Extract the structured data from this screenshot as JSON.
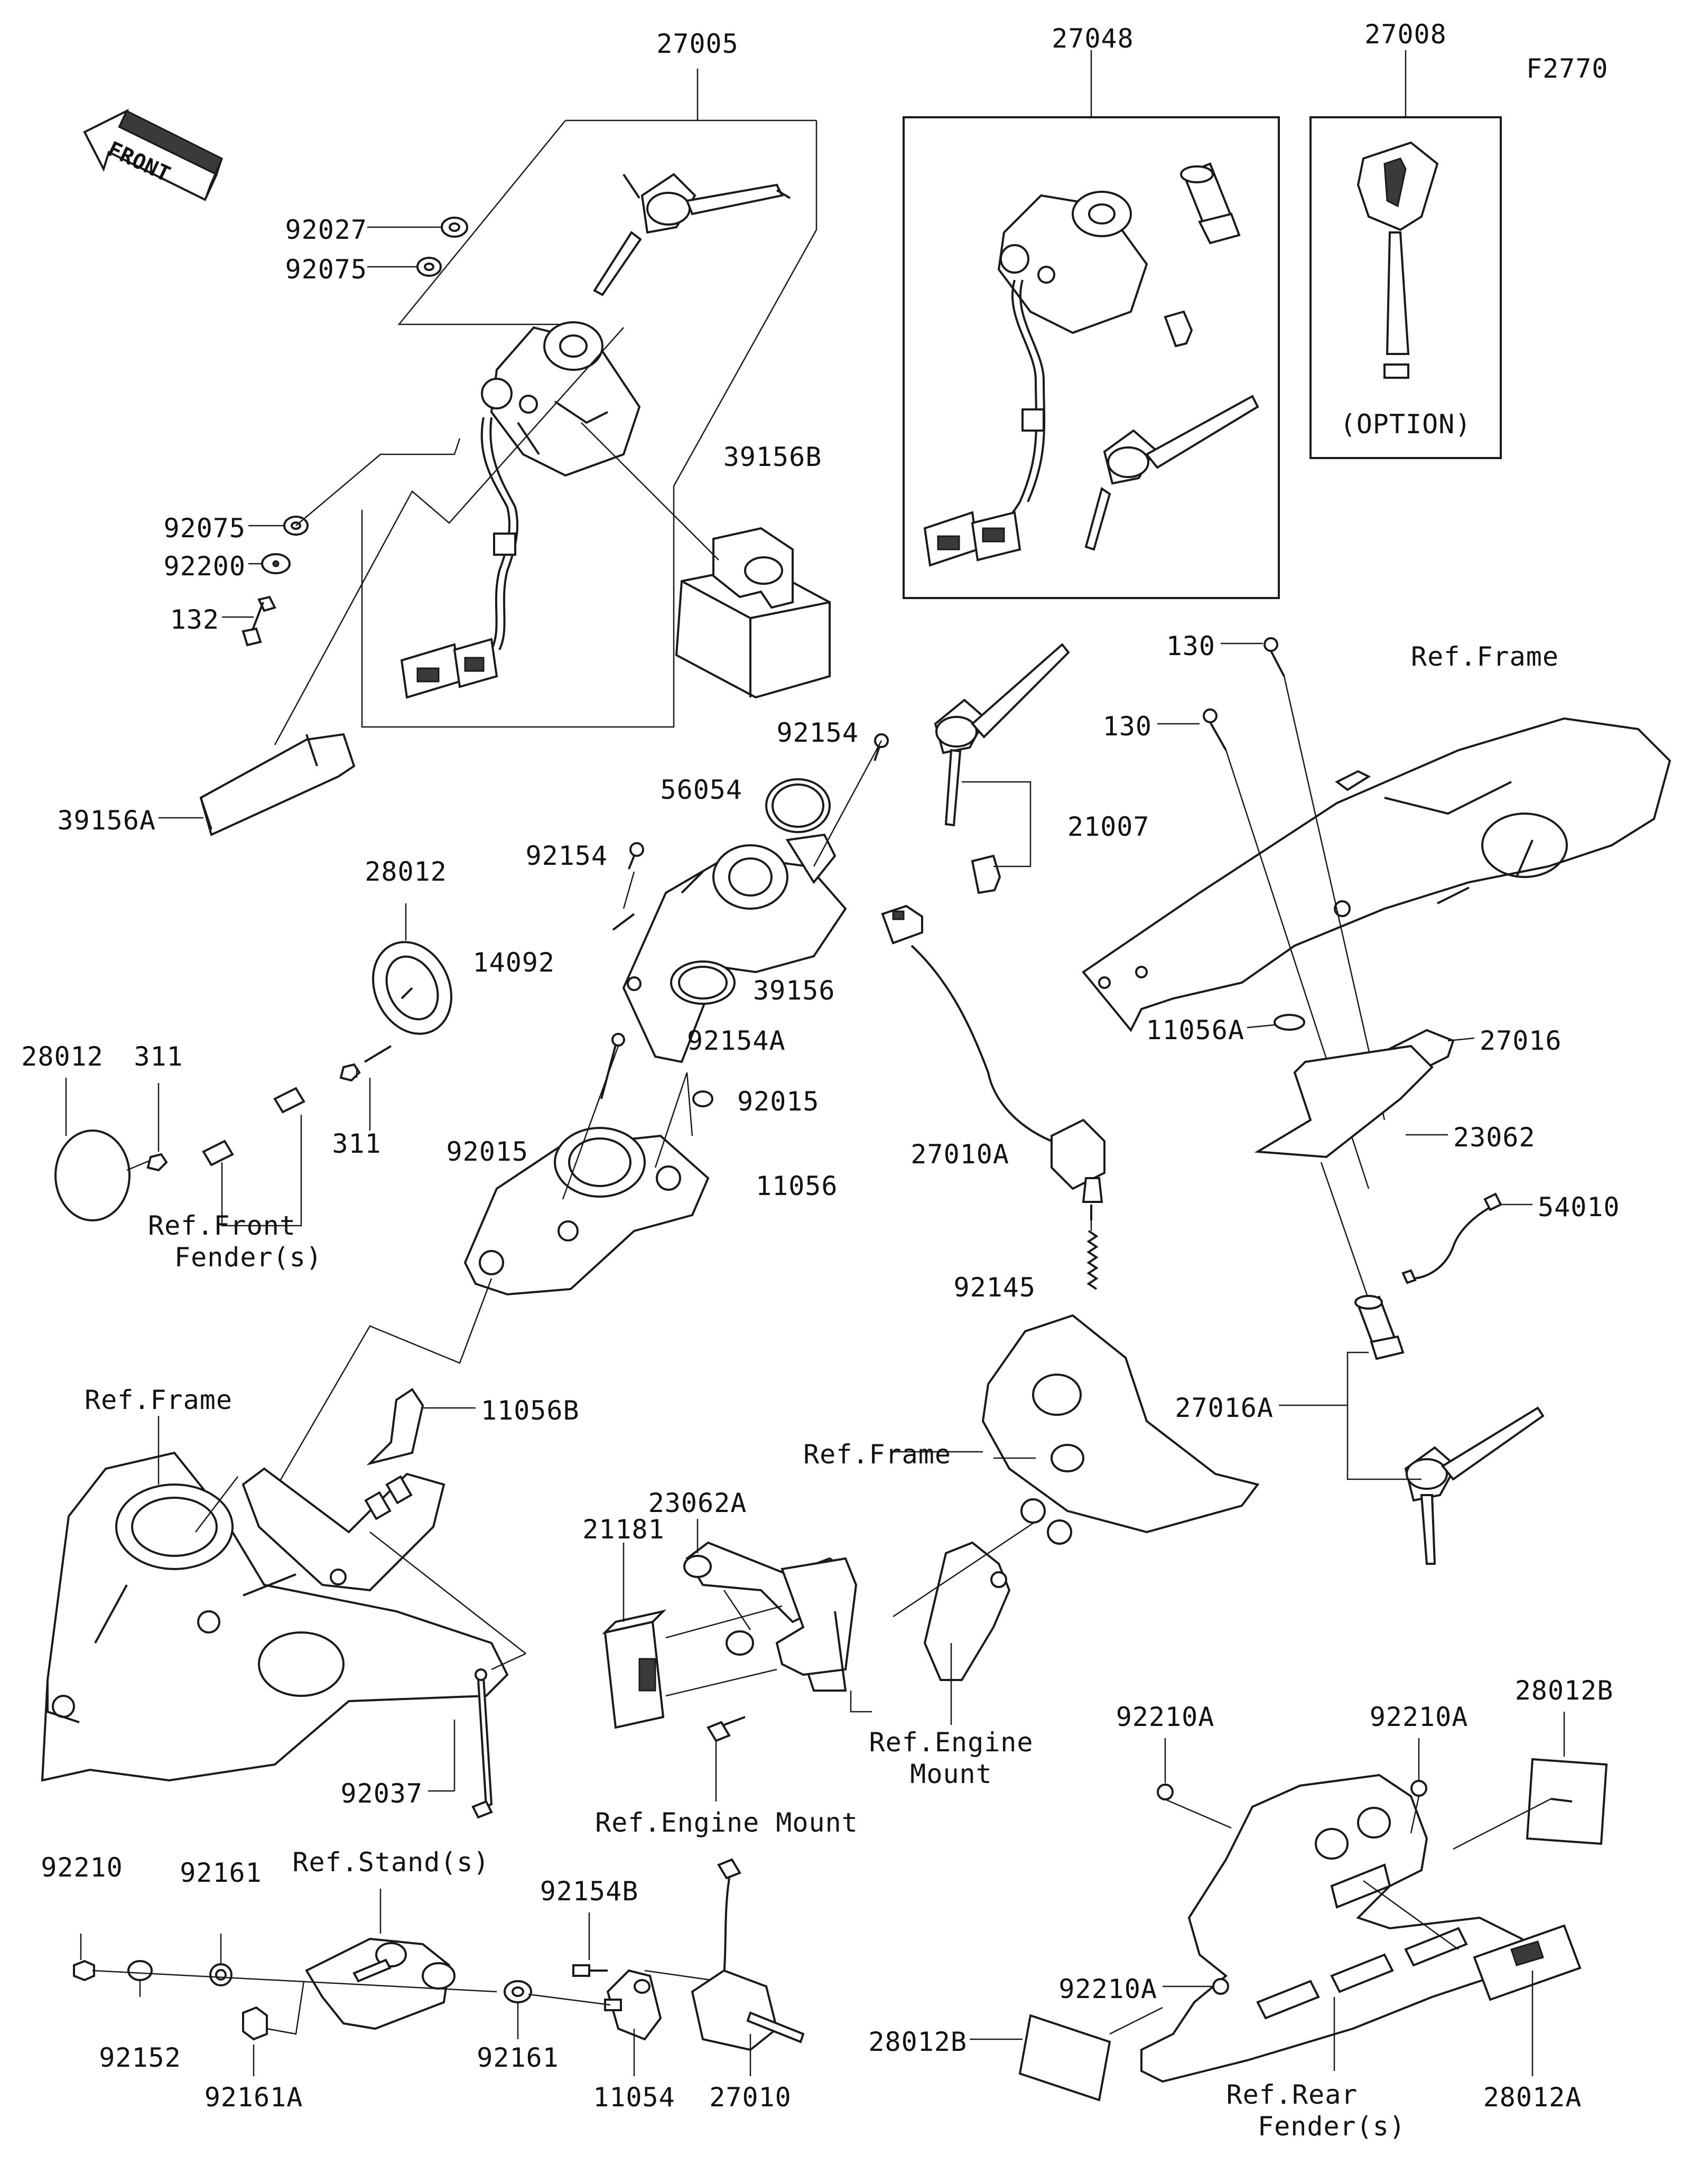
{
  "figure_code": "F2770",
  "front_label": "FRONT",
  "option_label": "(OPTION)",
  "part_labels": {
    "p27005": "27005",
    "p27048": "27048",
    "p27008": "27008",
    "p92027": "92027",
    "p92075a": "92075",
    "p92075b": "92075",
    "p92200": "92200",
    "p132": "132",
    "p39156B": "39156B",
    "p39156A": "39156A",
    "p92154a": "92154",
    "p56054": "56054",
    "p92154b": "92154",
    "p14092": "14092",
    "p39156": "39156",
    "p28012a": "28012",
    "p28012b": "28012",
    "p311a": "311",
    "p311b": "311",
    "p92154A": "92154A",
    "p92015a": "92015",
    "p92015b": "92015",
    "p11056": "11056",
    "p21007": "21007",
    "p130a": "130",
    "p130b": "130",
    "p27016": "27016",
    "p11056A": "11056A",
    "p23062": "23062",
    "p27010A": "27010A",
    "p54010": "54010",
    "p92145": "92145",
    "p27016A": "27016A",
    "p11056B": "11056B",
    "p23062A": "23062A",
    "p21181": "21181",
    "p92037": "92037",
    "p92210": "92210",
    "p92161a": "92161",
    "p92152": "92152",
    "p92161A": "92161A",
    "p92161b": "92161",
    "p92154B": "92154B",
    "p11054": "11054",
    "p27010": "27010",
    "p92210Aa": "92210A",
    "p92210Ab": "92210A",
    "p92210Ac": "92210A",
    "p28012Ba": "28012B",
    "p28012Bb": "28012B",
    "p28012A": "28012A"
  },
  "ref_labels": {
    "frame_top": "Ref.Frame",
    "frame_left": "Ref.Frame",
    "frame_mid": "Ref.Frame",
    "front_fender_1": "Ref.Front",
    "front_fender_2": "Fender(s)",
    "engine_mount_a1": "Ref.Engine",
    "engine_mount_a2": "Mount",
    "engine_mount_b": "Ref.Engine Mount",
    "stand": "Ref.Stand(s)",
    "rear_fender_1": "Ref.Rear",
    "rear_fender_2": "Fender(s)"
  }
}
